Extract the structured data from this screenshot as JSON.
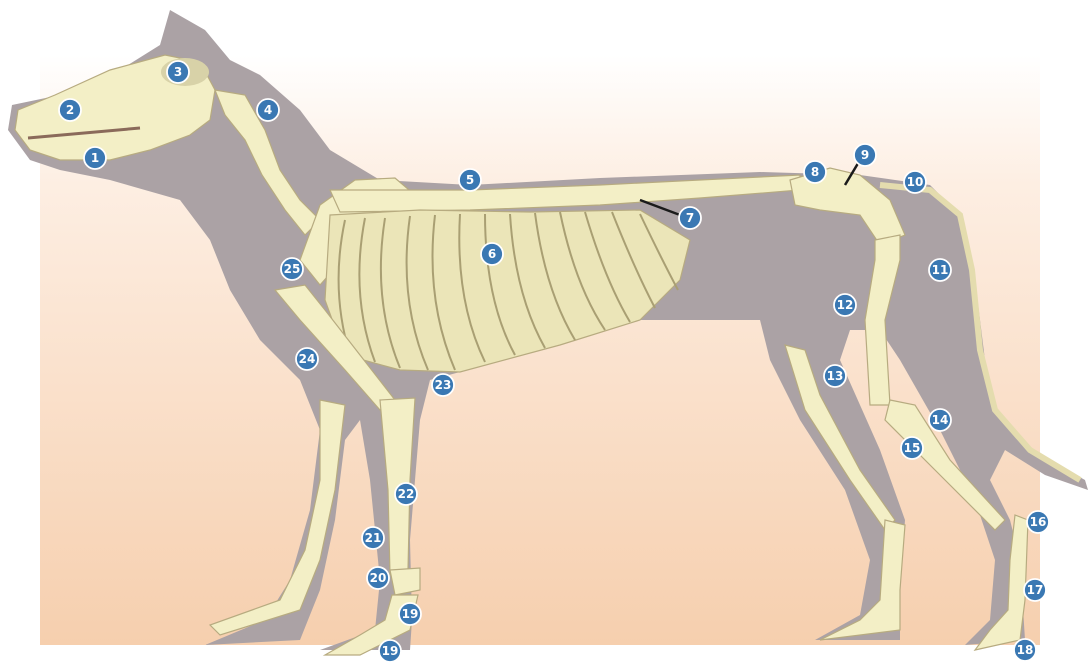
{
  "diagram": {
    "markers": [
      {
        "id": "1",
        "label": "1"
      },
      {
        "id": "2",
        "label": "2"
      },
      {
        "id": "3",
        "label": "3"
      },
      {
        "id": "4",
        "label": "4"
      },
      {
        "id": "5",
        "label": "5"
      },
      {
        "id": "6",
        "label": "6"
      },
      {
        "id": "7",
        "label": "7"
      },
      {
        "id": "8",
        "label": "8"
      },
      {
        "id": "9",
        "label": "9"
      },
      {
        "id": "10",
        "label": "10"
      },
      {
        "id": "11",
        "label": "11"
      },
      {
        "id": "12",
        "label": "12"
      },
      {
        "id": "13",
        "label": "13"
      },
      {
        "id": "14",
        "label": "14"
      },
      {
        "id": "15",
        "label": "15"
      },
      {
        "id": "16",
        "label": "16"
      },
      {
        "id": "17",
        "label": "17"
      },
      {
        "id": "18",
        "label": "18"
      },
      {
        "id": "19a",
        "label": "19"
      },
      {
        "id": "19b",
        "label": "19"
      },
      {
        "id": "20",
        "label": "20"
      },
      {
        "id": "21",
        "label": "21"
      },
      {
        "id": "22",
        "label": "22"
      },
      {
        "id": "23",
        "label": "23"
      },
      {
        "id": "24",
        "label": "24"
      },
      {
        "id": "25",
        "label": "25"
      }
    ]
  },
  "colors": {
    "background_top": "#ffffff",
    "background_bottom": "#f6cfae",
    "body_silhouette": "#aba2a5",
    "bone": "#f3efc6",
    "marker": "#3a78b3"
  }
}
